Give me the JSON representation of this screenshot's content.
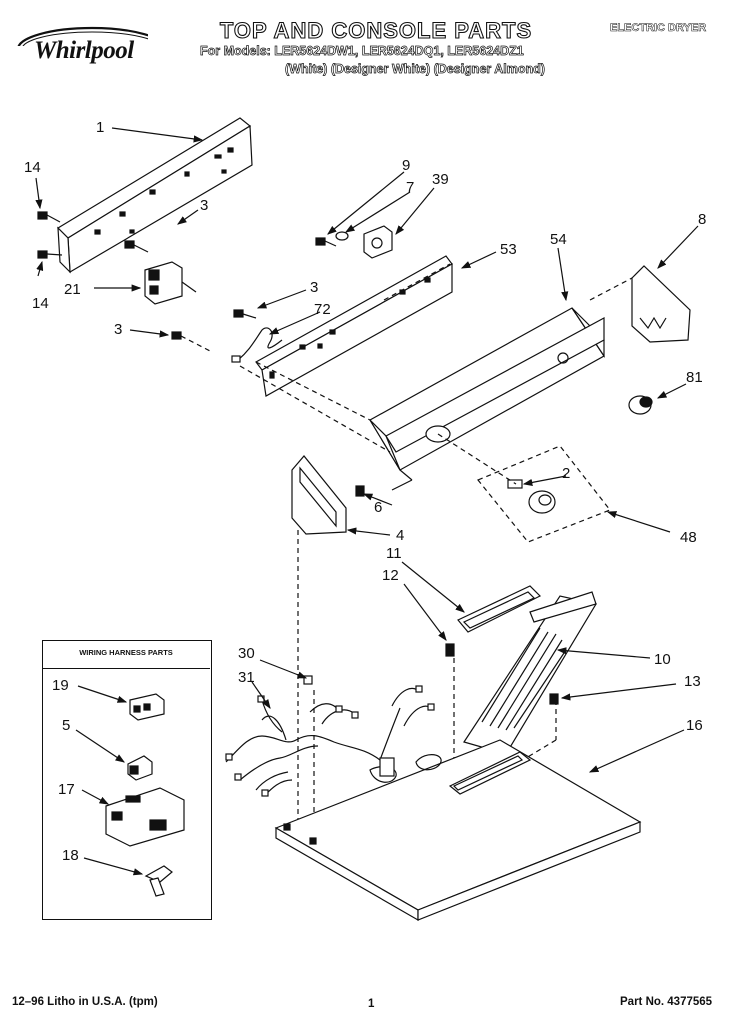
{
  "header": {
    "title": "TOP AND CONSOLE PARTS",
    "models": "For Models: LER5624DW1, LER5624DQ1, LER5624DZ1",
    "colors": "(White) (Designer White) (Designer Almond)",
    "doc_type": "ELECTRIC DRYER",
    "brand": "Whirlpool"
  },
  "harness": {
    "title": "WIRING HARNESS PARTS"
  },
  "callouts": {
    "c1": "1",
    "c14a": "14",
    "c14b": "14",
    "c3a": "3",
    "c3b": "3",
    "c3c": "3",
    "c21": "21",
    "c72": "72",
    "c9": "9",
    "c7": "7",
    "c39": "39",
    "c53": "53",
    "c54": "54",
    "c8": "8",
    "c81": "81",
    "c2": "2",
    "c48": "48",
    "c6": "6",
    "c4": "4",
    "c11": "11",
    "c12": "12",
    "c10": "10",
    "c13": "13",
    "c16": "16",
    "c30": "30",
    "c31": "31",
    "c19": "19",
    "c5": "5",
    "c17": "17",
    "c18": "18"
  },
  "footer": {
    "litho": "12–96 Litho in U.S.A. (tpm)",
    "page": "1",
    "part_no": "Part No. 4377565"
  },
  "colors": {
    "ink": "#111111",
    "paper": "#ffffff"
  }
}
